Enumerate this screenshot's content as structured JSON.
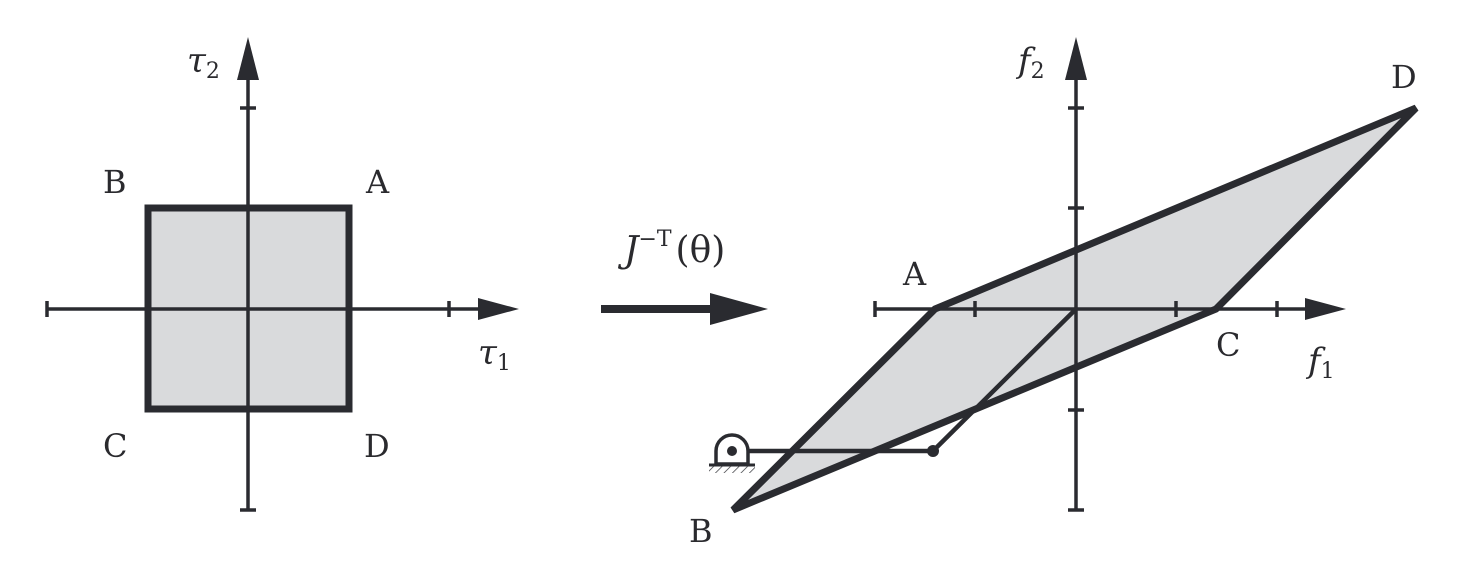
{
  "colors": {
    "stroke": "#2a2b30",
    "fill": "#d9dadc",
    "background": "#ffffff"
  },
  "left_diagram": {
    "axis_x_symbol": "τ",
    "axis_x_sub": "1",
    "axis_y_symbol": "τ",
    "axis_y_sub": "2",
    "corner_a": "A",
    "corner_b": "B",
    "corner_c": "C",
    "corner_d": "D"
  },
  "mapping": {
    "label_main": "J",
    "label_sup": "−T",
    "label_arg": "(θ)"
  },
  "right_diagram": {
    "axis_x_symbol": "f",
    "axis_x_sub": "1",
    "axis_y_symbol": "f",
    "axis_y_sub": "2",
    "corner_a": "A",
    "corner_b": "B",
    "corner_c": "C",
    "corner_d": "D",
    "mechanism_icon": "pin-joint-ground-icon"
  }
}
